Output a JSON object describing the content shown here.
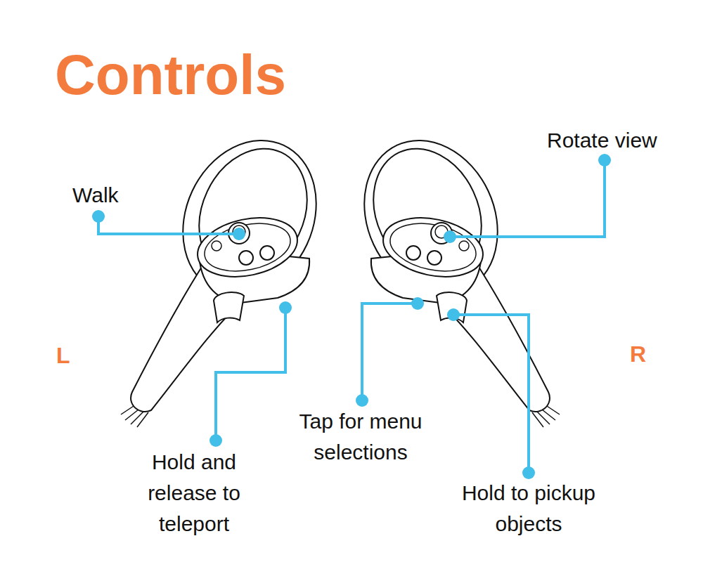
{
  "diagram": {
    "title": "Controls",
    "labels": [
      "Walk",
      "Rotate view",
      "L",
      "R",
      "Hold and release to teleport",
      "Tap for menu selections",
      "Hold to pickup objects"
    ]
  }
}
